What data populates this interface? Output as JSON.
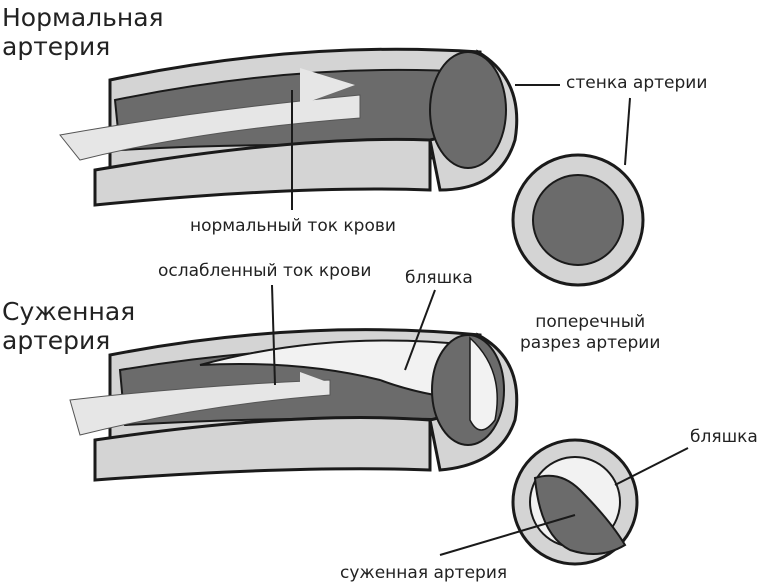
{
  "titles": {
    "normal": [
      "Нормальная",
      "артерия"
    ],
    "narrowed": [
      "Суженная",
      "артерия"
    ]
  },
  "labels": {
    "artery_wall": "стенка артерии",
    "normal_flow": "нормальный ток крови",
    "weak_flow": "ослабленный ток крови",
    "plaque_top": "бляшка",
    "cross_section": [
      "поперечный",
      "разрез артерии"
    ],
    "plaque_right": "бляшка",
    "narrowed_artery": "суженная артерия"
  },
  "colors": {
    "wall": "#d4d4d4",
    "lumen": "#6b6b6b",
    "outline": "#1a1a1a",
    "plaque": "#f2f2f2"
  }
}
